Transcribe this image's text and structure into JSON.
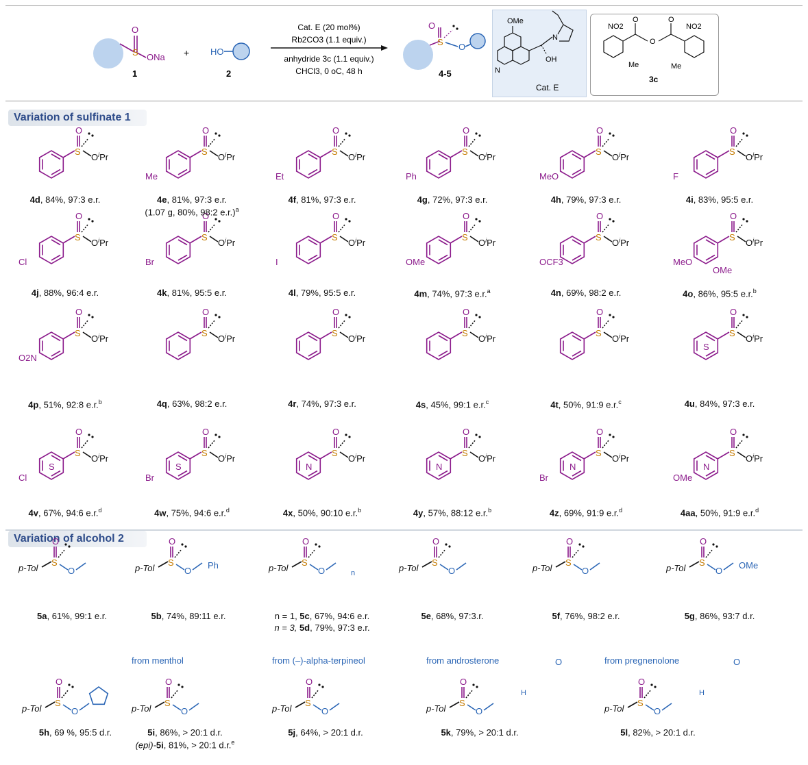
{
  "scheme": {
    "reagent1_label": "1",
    "reagent2_label": "2",
    "plus": "+",
    "product_label": "4-5",
    "ona": "ONa",
    "o": "O",
    "s": "S",
    "ho": "HO",
    "conditions_above": [
      "Cat. E (20 mol%)",
      "Rb2CO3 (1.1 equiv.)"
    ],
    "conditions_below": [
      "anhydride 3c (1.1 equiv.)",
      "CHCl3, 0 oC, 48 h"
    ],
    "catalyst_label": "Cat. E",
    "catalyst_ome": "OMe",
    "catalyst_n": "N",
    "catalyst_oh": "OH",
    "anhydride_label": "3c",
    "anhydride_no2": "NO2",
    "anhydride_me": "Me"
  },
  "colors": {
    "sulfinate_purple": "#8b1a8b",
    "sulfur_orange": "#c47a00",
    "alcohol_blue": "#2a65b5",
    "circle_fill": "#bcd3ee",
    "section_title": "#2e4c8a"
  },
  "sections": {
    "sulfinate": "Variation of sulfinate 1",
    "alcohol": "Variation of alcohol 2"
  },
  "products_row1": [
    {
      "id": "4d",
      "text": ", 84%, 97:3 e.r."
    },
    {
      "id": "4e",
      "text": ", 81%, 97:3 e.r.",
      "extra": "(1.07 g, 80%, 98:2 e.r.)",
      "extra_sup": "a",
      "sub": "Me"
    },
    {
      "id": "4f",
      "text": ", 81%, 97:3 e.r.",
      "sub": "Et"
    },
    {
      "id": "4g",
      "text": ", 72%, 97:3 e.r.",
      "sub": "Ph"
    },
    {
      "id": "4h",
      "text": ", 79%, 97:3 e.r.",
      "sub": "MeO"
    },
    {
      "id": "4i",
      "text": ", 83%, 95:5 e.r.",
      "sub": "F"
    }
  ],
  "products_row2": [
    {
      "id": "4j",
      "text": ", 88%, 96:4 e.r.",
      "sub": "Cl"
    },
    {
      "id": "4k",
      "text": ", 81%, 95:5 e.r.",
      "sub": "Br"
    },
    {
      "id": "4l",
      "text": ", 79%, 95:5 e.r.",
      "sub": "I"
    },
    {
      "id": "4m",
      "text": ", 74%, 97:3 e.r.",
      "sup": "a",
      "sub": "OMe"
    },
    {
      "id": "4n",
      "text": ", 69%, 98:2 e.r.",
      "sub": "OCF3"
    },
    {
      "id": "4o",
      "text": ", 86%, 95:5 e.r.",
      "sup": "b",
      "sub": "MeO",
      "sub2": "OMe"
    }
  ],
  "products_row3": [
    {
      "id": "4p",
      "text": ", 51%, 92:8 e.r.",
      "sup": "b",
      "sub": "O2N"
    },
    {
      "id": "4q",
      "text": ", 63%, 98:2 e.r."
    },
    {
      "id": "4r",
      "text": ", 74%, 97:3 e.r."
    },
    {
      "id": "4s",
      "text": ", 45%, 99:1 e.r.",
      "sup": "c"
    },
    {
      "id": "4t",
      "text": ", 50%, 91:9 e.r.",
      "sup": "c"
    },
    {
      "id": "4u",
      "text": ", 84%, 97:3 e.r.",
      "het": "S"
    }
  ],
  "products_row4": [
    {
      "id": "4v",
      "text": ", 67%, 94:6 e.r.",
      "sup": "d",
      "sub": "Cl",
      "het": "S"
    },
    {
      "id": "4w",
      "text": ", 75%, 94:6 e.r.",
      "sup": "d",
      "sub": "Br",
      "het": "S"
    },
    {
      "id": "4x",
      "text": ", 50%, 90:10 e.r.",
      "sup": "b",
      "het": "N"
    },
    {
      "id": "4y",
      "text": ", 57%, 88:12 e.r.",
      "sup": "b",
      "het": "N"
    },
    {
      "id": "4z",
      "text": ", 69%, 91:9 e.r.",
      "sup": "d",
      "sub": "Br",
      "het": "N"
    },
    {
      "id": "4aa",
      "text": ", 50%, 91:9 e.r.",
      "sup": "d",
      "het": "N",
      "sub": "OMe"
    }
  ],
  "products_row5": [
    {
      "id": "5a",
      "text": ", 61%, 99:1 e.r."
    },
    {
      "id": "5b",
      "text": ", 74%, 89:11 e.r.",
      "sub": "Ph"
    },
    {
      "id": "5c",
      "text": ", 67%,  94:6 e.r.",
      "prefix": "n = 1, ",
      "second_prefix": "n = 3, ",
      "second_id": "5d",
      "second_text": ", 79%, 97:3 e.r.",
      "ring_n": "n"
    },
    {
      "id": "5e",
      "text": ", 68%, 97:3.r."
    },
    {
      "id": "5f",
      "text": ", 76%, 98:2 e.r."
    },
    {
      "id": "5g",
      "text": ", 86%, 93:7 d.r.",
      "sub": "OMe"
    }
  ],
  "products_row6": [
    {
      "id": "5h",
      "text": ", 69 %, 95:5 d.r.",
      "het": "O"
    },
    {
      "id": "5i",
      "text": ", 86%, > 20:1 d.r.",
      "note": "from menthol",
      "second_prefix": "(epi)-",
      "second_id": "5i",
      "second_text": ", 81%, > 20:1 d.r.",
      "second_sup": "e"
    },
    {
      "id": "5j",
      "text": ", 64%, > 20:1 d.r.",
      "note": "from (–)-alpha-terpineol"
    },
    {
      "id": "5k",
      "text": ", 79%, > 20:1 d.r.",
      "note": "from androsterone",
      "ket": "O",
      "h": "H"
    },
    {
      "id": "5l",
      "text": ", 82%, > 20:1 d.r.",
      "note": "from pregnenolone",
      "ket": "O",
      "h": "H"
    }
  ],
  "fragments": {
    "oipr": "O",
    "ipr_i": "i",
    "ipr_pr": "Pr",
    "ptol": "p-Tol",
    "o": "O",
    "s": "S"
  }
}
